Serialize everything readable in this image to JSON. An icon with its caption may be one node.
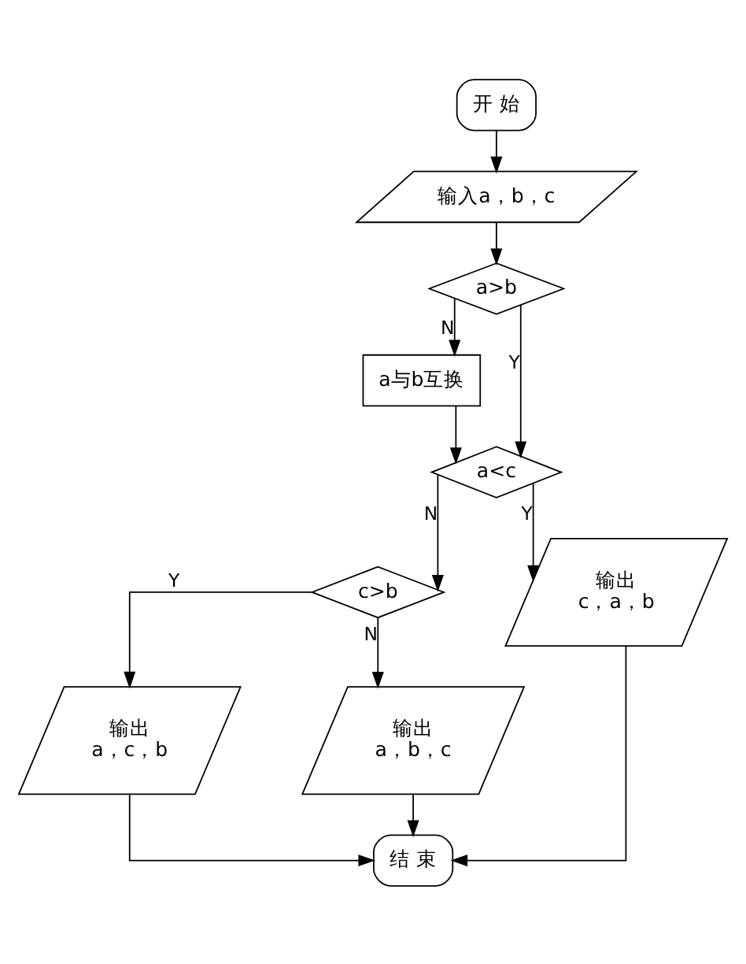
{
  "diagram": {
    "nodes": [
      {
        "text": [
          "开 始"
        ]
      },
      {
        "text": [
          "输入a，b，c"
        ]
      },
      {
        "text": [
          "a>b"
        ]
      },
      {
        "text": [
          "a与b互换"
        ]
      },
      {
        "text": [
          "a<c"
        ]
      },
      {
        "text": [
          "c>b"
        ]
      },
      {
        "text": [
          "输出",
          "c，a，b"
        ]
      },
      {
        "text": [
          "输出",
          "a，c，b"
        ]
      },
      {
        "text": [
          "输出",
          "a，b，c"
        ]
      },
      {
        "text": [
          "结 束"
        ]
      }
    ],
    "edges": [
      {
        "from": 0,
        "to": 1,
        "arrow": "to"
      },
      {
        "from": 1,
        "to": 2,
        "arrow": "to"
      },
      {
        "from": 2,
        "to": 3,
        "label": "N",
        "arrow": "to"
      },
      {
        "from": 2,
        "to": 4,
        "label": "Y",
        "arrow": "to"
      },
      {
        "from": 3,
        "to": 4,
        "arrow": "to"
      },
      {
        "from": 4,
        "to": 6,
        "label": "Y",
        "arrow": "to"
      },
      {
        "from": 4,
        "to": 5,
        "label": "N",
        "arrow": "to"
      },
      {
        "from": 5,
        "to": 7,
        "label": "Y",
        "arrow": "to"
      },
      {
        "from": 5,
        "to": 8,
        "label": "N",
        "arrow": "to"
      },
      {
        "from": 6,
        "to": 9,
        "arrow": "to"
      },
      {
        "from": 7,
        "to": 9,
        "arrow": "to"
      },
      {
        "from": 8,
        "to": 9,
        "arrow": "to"
      }
    ]
  }
}
